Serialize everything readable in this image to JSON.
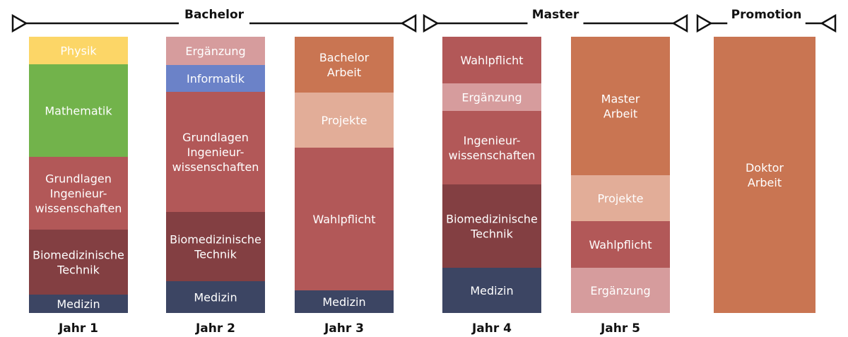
{
  "colors": {
    "physik": "#fcd667",
    "mathematik": "#72b34b",
    "grundlagen": "#b25858",
    "biomed": "#833f42",
    "medizin": "#3c4563",
    "ergaenzung": "#d69c9d",
    "informatik": "#6b82c8",
    "arbeit": "#c97552",
    "projekte": "#e2ad98",
    "wahlpflicht": "#b25858",
    "phase_line": "#111111"
  },
  "phases": [
    {
      "id": "bachelor",
      "label": "Bachelor"
    },
    {
      "id": "master",
      "label": "Master"
    },
    {
      "id": "promotion",
      "label": "Promotion"
    }
  ],
  "years": [
    {
      "id": "jahr1",
      "label": "Jahr 1",
      "segments": [
        {
          "id": "physik",
          "lines": [
            "Physik"
          ],
          "color": "physik",
          "text_color": "#333333"
        },
        {
          "id": "mathematik",
          "lines": [
            "Mathematik"
          ],
          "color": "mathematik"
        },
        {
          "id": "grundlagen",
          "lines": [
            "Grundlagen",
            "Ingenieur-",
            "wissenschaften"
          ],
          "color": "grundlagen"
        },
        {
          "id": "biomed",
          "lines": [
            "Biomedizinische",
            "Technik"
          ],
          "color": "biomed"
        },
        {
          "id": "medizin",
          "lines": [
            "Medizin"
          ],
          "color": "medizin"
        }
      ]
    },
    {
      "id": "jahr2",
      "label": "Jahr 2",
      "segments": [
        {
          "id": "ergaenzung",
          "lines": [
            "Ergänzung"
          ],
          "color": "ergaenzung"
        },
        {
          "id": "informatik",
          "lines": [
            "Informatik"
          ],
          "color": "informatik"
        },
        {
          "id": "grundlagen",
          "lines": [
            "Grundlagen",
            "Ingenieur-",
            "wissenschaften"
          ],
          "color": "grundlagen"
        },
        {
          "id": "biomed",
          "lines": [
            "Biomedizinische",
            "Technik"
          ],
          "color": "biomed"
        },
        {
          "id": "medizin",
          "lines": [
            "Medizin"
          ],
          "color": "medizin"
        }
      ]
    },
    {
      "id": "jahr3",
      "label": "Jahr 3",
      "segments": [
        {
          "id": "bachelor-arbeit",
          "lines": [
            "Bachelor",
            "Arbeit"
          ],
          "color": "arbeit"
        },
        {
          "id": "projekte",
          "lines": [
            "Projekte"
          ],
          "color": "projekte"
        },
        {
          "id": "wahlpflicht",
          "lines": [
            "Wahlpflicht"
          ],
          "color": "wahlpflicht"
        },
        {
          "id": "medizin",
          "lines": [
            "Medizin"
          ],
          "color": "medizin"
        }
      ]
    },
    {
      "id": "jahr4",
      "label": "Jahr 4",
      "segments": [
        {
          "id": "wahlpflicht",
          "lines": [
            "Wahlpflicht"
          ],
          "color": "wahlpflicht"
        },
        {
          "id": "ergaenzung",
          "lines": [
            "Ergänzung"
          ],
          "color": "ergaenzung"
        },
        {
          "id": "grundlagen",
          "lines": [
            "Ingenieur-",
            "wissenschaften"
          ],
          "color": "grundlagen"
        },
        {
          "id": "biomed",
          "lines": [
            "Biomedizinische",
            "Technik"
          ],
          "color": "biomed"
        },
        {
          "id": "medizin",
          "lines": [
            "Medizin"
          ],
          "color": "medizin"
        }
      ]
    },
    {
      "id": "jahr5",
      "label": "Jahr 5",
      "segments": [
        {
          "id": "master-arbeit",
          "lines": [
            "Master",
            "Arbeit"
          ],
          "color": "arbeit"
        },
        {
          "id": "projekte",
          "lines": [
            "Projekte"
          ],
          "color": "projekte"
        },
        {
          "id": "wahlpflicht",
          "lines": [
            "Wahlpflicht"
          ],
          "color": "wahlpflicht"
        },
        {
          "id": "ergaenzung",
          "lines": [
            "Ergänzung"
          ],
          "color": "ergaenzung"
        }
      ]
    },
    {
      "id": "promotion",
      "label": "",
      "segments": [
        {
          "id": "doktor-arbeit",
          "lines": [
            "Doktor",
            "Arbeit"
          ],
          "color": "arbeit"
        }
      ]
    }
  ]
}
